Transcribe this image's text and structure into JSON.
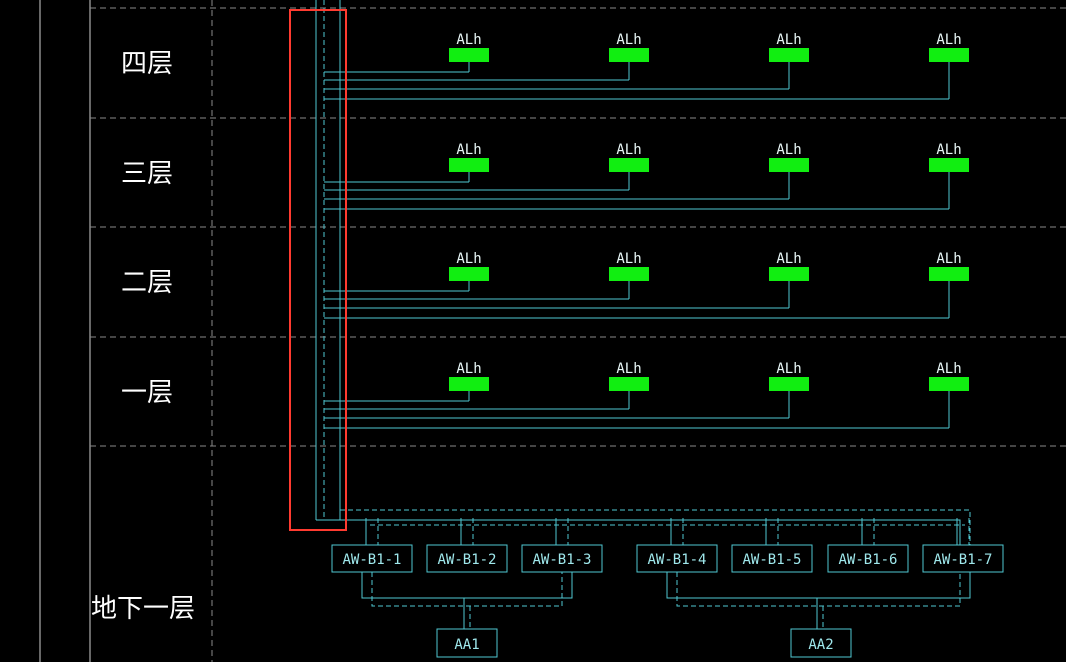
{
  "floors": [
    {
      "label": "四层"
    },
    {
      "label": "三层"
    },
    {
      "label": "二层"
    },
    {
      "label": "一层"
    }
  ],
  "basement": {
    "label": "地下一层"
  },
  "fixture_label": "ALh",
  "fixtures_per_floor": 4,
  "boxes": [
    "AW-B1-1",
    "AW-B1-2",
    "AW-B1-3",
    "AW-B1-4",
    "AW-B1-5",
    "AW-B1-6",
    "AW-B1-7"
  ],
  "panels": [
    "AA1",
    "AA2"
  ],
  "colors": {
    "wire": "#4fc8d2",
    "fixture": "#11ee11",
    "grid": "#8a8a8a",
    "highlight": "#ff3b30",
    "text": "#ffffff"
  }
}
